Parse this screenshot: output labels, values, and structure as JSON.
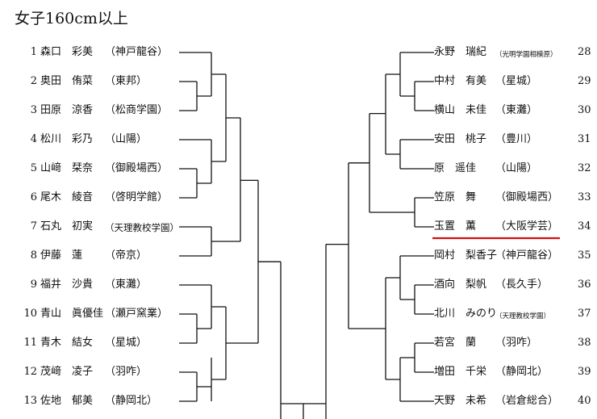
{
  "title": "女子160cm以上",
  "left": [
    {
      "no": "1",
      "name": "森口　彩美",
      "school": "（神戸龍谷）"
    },
    {
      "no": "2",
      "name": "奥田　侑菜",
      "school": "（東邦）"
    },
    {
      "no": "3",
      "name": "田原　涼香",
      "school": "（松商学園）"
    },
    {
      "no": "4",
      "name": "松川　彩乃",
      "school": "（山陽）"
    },
    {
      "no": "5",
      "name": "山﨑　栞奈",
      "school": "（御殿場西）"
    },
    {
      "no": "6",
      "name": "尾木　綾音",
      "school": "（啓明学館）"
    },
    {
      "no": "7",
      "name": "石丸　初実",
      "school": "（天理教校学園）"
    },
    {
      "no": "8",
      "name": "伊藤　蓮",
      "school": "（帝京）"
    },
    {
      "no": "9",
      "name": "福井　沙貴",
      "school": "（東灘）"
    },
    {
      "no": "10",
      "name": "青山　眞優佳",
      "school": "（瀬戸窯業）"
    },
    {
      "no": "11",
      "name": "青木　結女",
      "school": "（星城）"
    },
    {
      "no": "12",
      "name": "茂﨑　凌子",
      "school": "（羽咋）"
    },
    {
      "no": "13",
      "name": "佐地　郁美",
      "school": "（静岡北）"
    }
  ],
  "right": [
    {
      "no": "28",
      "name": "永野　瑞紀",
      "school": "（光明学園相模原）"
    },
    {
      "no": "29",
      "name": "中村　有美",
      "school": "（星城）"
    },
    {
      "no": "30",
      "name": "横山　未佳",
      "school": "（東灘）"
    },
    {
      "no": "31",
      "name": "安田　桃子",
      "school": "（豊川）"
    },
    {
      "no": "32",
      "name": "原　遥佳",
      "school": "（山陽）"
    },
    {
      "no": "33",
      "name": "笠原　舞",
      "school": "（御殿場西）"
    },
    {
      "no": "34",
      "name": "玉置　薫",
      "school": "（大阪学芸）"
    },
    {
      "no": "35",
      "name": "岡村　梨香子",
      "school": "（神戸龍谷）"
    },
    {
      "no": "36",
      "name": "酒向　梨帆",
      "school": "（長久手）"
    },
    {
      "no": "37",
      "name": "北川　みのり",
      "school": "（天理教校学園）"
    },
    {
      "no": "38",
      "name": "若宮　蘭",
      "school": "（羽咋）"
    },
    {
      "no": "39",
      "name": "増田　千栄",
      "school": "（静岡北）"
    },
    {
      "no": "40",
      "name": "天野　未希",
      "school": "（岩倉総合）"
    }
  ],
  "colors": {
    "highlight_underline": "#d21010",
    "line": "#111111"
  }
}
